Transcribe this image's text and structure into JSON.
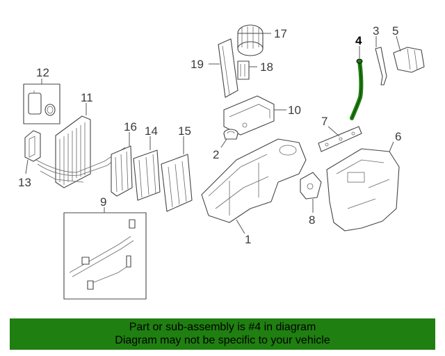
{
  "callouts": [
    "1",
    "2",
    "3",
    "4",
    "5",
    "6",
    "7",
    "8",
    "9",
    "10",
    "11",
    "12",
    "13",
    "14",
    "15",
    "16",
    "17",
    "18",
    "19"
  ],
  "highlight": {
    "part": "4",
    "color": "#1f7f10"
  },
  "banner": {
    "line1": "Part or sub-assembly is #4 in diagram",
    "line2": "Diagram may not be specific to your vehicle",
    "color": "#1f7f10"
  }
}
